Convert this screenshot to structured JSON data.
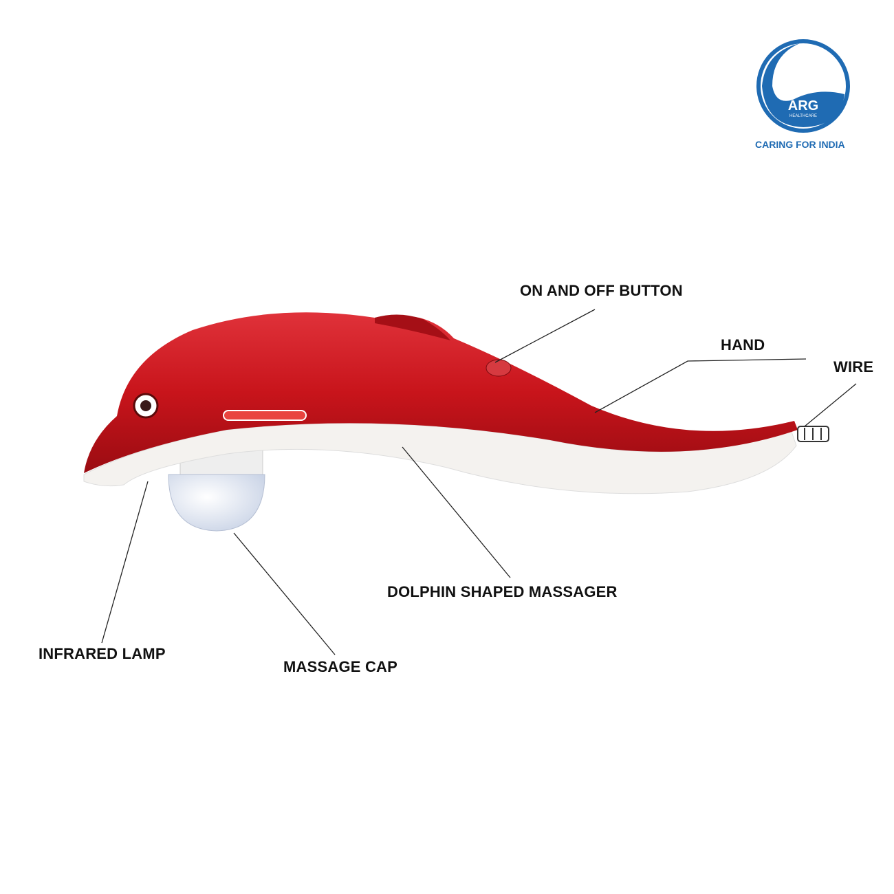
{
  "brand": {
    "name": "ARG",
    "sub": "HEALTHCARE",
    "tagline": "CARING FOR INDIA",
    "color": "#1f6bb3"
  },
  "labels": {
    "on_off": "ON AND OFF BUTTON",
    "hand": "HAND",
    "wire": "WIRE",
    "body": "DOLPHIN SHAPED MASSAGER",
    "cap": "MASSAGE CAP",
    "lamp": "INFRARED LAMP"
  },
  "colors": {
    "body": "#c8141b",
    "belly": "#f4f2ef"
  }
}
